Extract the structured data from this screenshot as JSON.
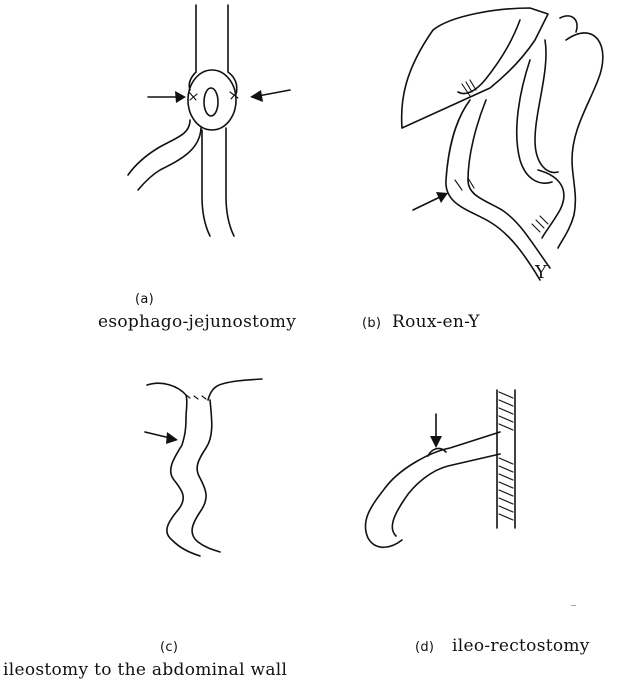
{
  "panels": [
    {
      "id": "a",
      "tag": "(a)",
      "caption": "esophago-jejunostomy"
    },
    {
      "id": "b",
      "tag": "(b)",
      "caption": "Roux-en-Y",
      "extra_label": "Y"
    },
    {
      "id": "c",
      "tag": "(c)",
      "caption": "ileostomy to the abdominal wall"
    },
    {
      "id": "d",
      "tag": "(d)",
      "caption": "ileo-rectostomy"
    }
  ]
}
